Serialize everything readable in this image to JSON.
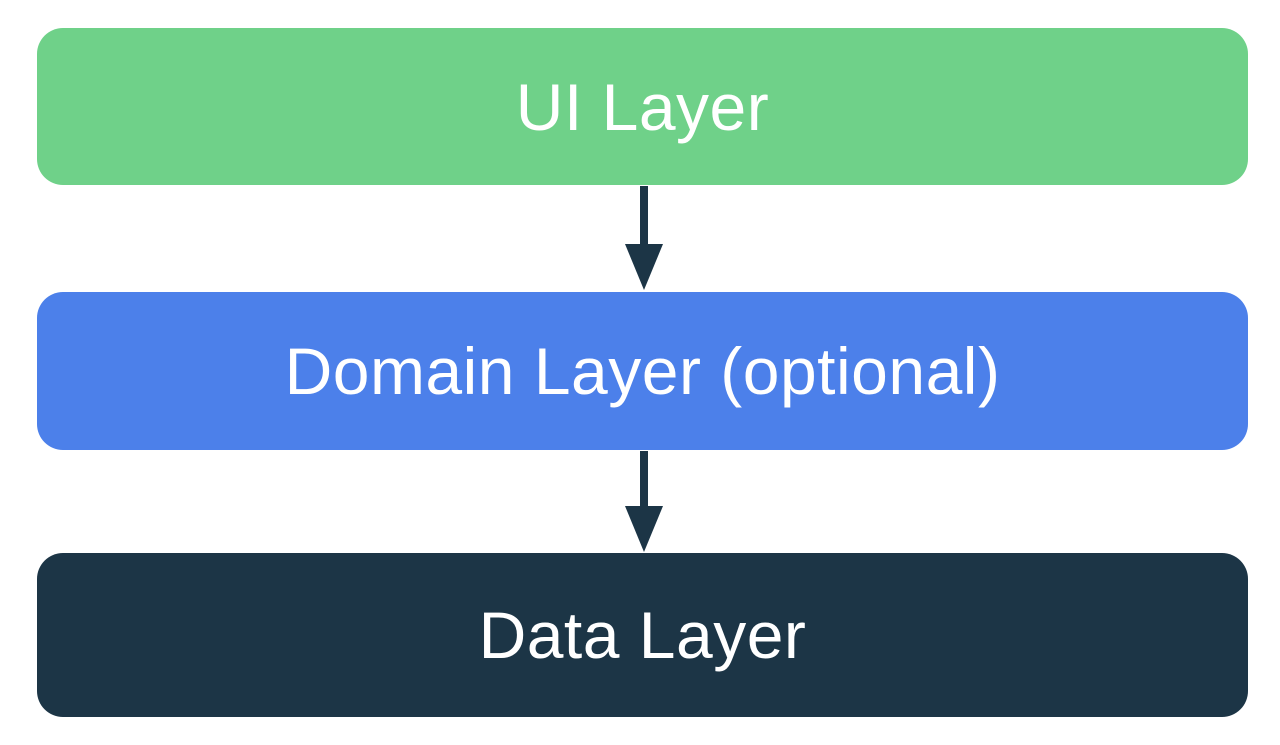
{
  "diagram": {
    "name": "App architecture layers diagram",
    "background": "#ffffff",
    "boxes": [
      {
        "id": "ui-layer",
        "label": "UI Layer",
        "fill": "#6FD189",
        "text_color": "#FFFFFF"
      },
      {
        "id": "domain-layer",
        "label": "Domain Layer (optional)",
        "fill": "#4C80EA",
        "text_color": "#FFFFFF"
      },
      {
        "id": "data-layer",
        "label": "Data Layer",
        "fill": "#1C3546",
        "text_color": "#FFFFFF"
      }
    ],
    "arrows": [
      {
        "from": "ui-layer",
        "to": "domain-layer",
        "direction": "down",
        "color": "#1C3546"
      },
      {
        "from": "domain-layer",
        "to": "data-layer",
        "direction": "down",
        "color": "#1C3546"
      }
    ]
  }
}
